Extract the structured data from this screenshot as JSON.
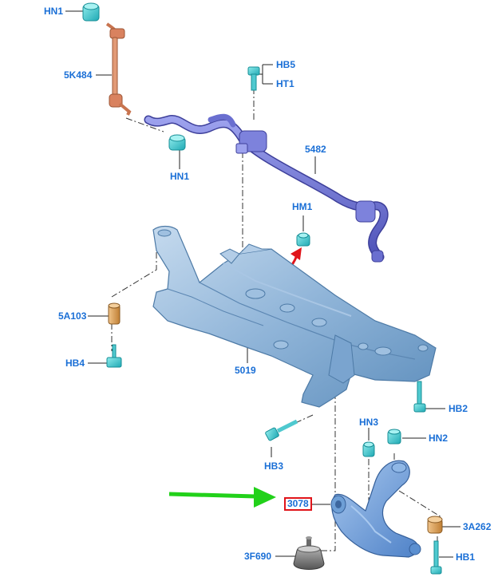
{
  "labels": {
    "hn1_top": "HN1",
    "link_5k484": "5K484",
    "hb5": "HB5",
    "ht1": "HT1",
    "hn1_mid": "HN1",
    "bar_5482": "5482",
    "hm1": "HM1",
    "bush_5a103": "5A103",
    "hb4": "HB4",
    "frame_5019": "5019",
    "hb2": "HB2",
    "hn3": "HN3",
    "hn2": "HN2",
    "hb3": "HB3",
    "arm_3078": "3078",
    "bush_3a262": "3A262",
    "hb1": "HB1",
    "mount_3f690": "3F690"
  },
  "colors": {
    "callout_text": "#1a6fd6",
    "highlight_box": "#e0141a",
    "pointer_arrow": "#22d11a",
    "direction_arrow": "#e0141a",
    "stabilizer_bar": "#6a6fd0",
    "stabilizer_link": "#d9825f",
    "subframe": "#8fb4d8",
    "lower_arm": "#6e9fd6",
    "fasteners": "#37c8c8",
    "bushings": "#d9a05b"
  }
}
